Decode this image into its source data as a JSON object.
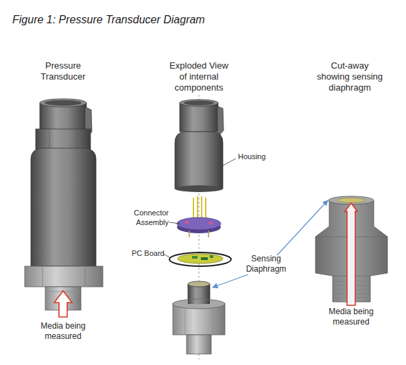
{
  "diagram": {
    "title": "Figure 1: Pressure Transducer Diagram",
    "labels": [
      "Pressure Transducer",
      "Exploded View of internal components",
      "Cut-away showing sensing diaphragm",
      "Housing",
      "Connector Assembly",
      "PC Board",
      "Sensing Diaphragm",
      "Media being measured",
      "Media being measured"
    ]
  }
}
